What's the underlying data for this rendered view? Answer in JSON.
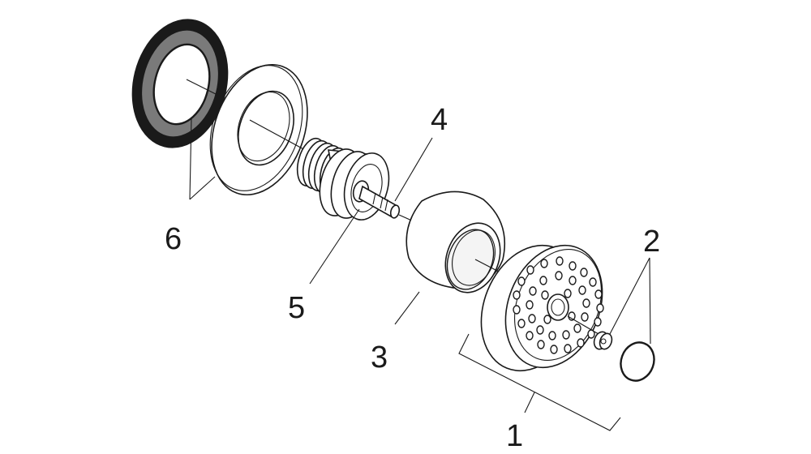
{
  "diagram": {
    "labels": {
      "part1": "1",
      "part2": "2",
      "part3": "3",
      "part4": "4",
      "part5": "5",
      "part6": "6"
    }
  }
}
